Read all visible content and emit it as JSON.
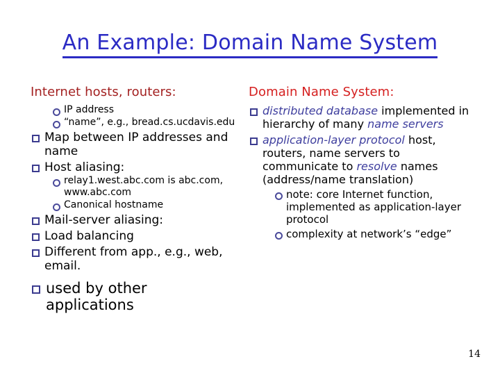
{
  "slide": {
    "title": "An Example: Domain Name System",
    "page_number": "14",
    "colors": {
      "title": "#2B2BC4",
      "heading_left": "#A32121",
      "heading_right": "#D52020",
      "emphasis_blue": "#3E3E9E",
      "bullet_square": "#3B3B8F",
      "bullet_circle": "#4A4A9A",
      "body_text": "#000000",
      "background": "#FFFFFF"
    }
  },
  "left_column": {
    "heading": "Internet hosts, routers:",
    "items": [
      {
        "marker": "circle",
        "level": 2,
        "text": "IP address"
      },
      {
        "marker": "circle",
        "level": 2,
        "text": "“name”, e.g., bread.cs.ucdavis.edu"
      },
      {
        "marker": "square",
        "level": 1,
        "text": "Map between IP addresses and name"
      },
      {
        "marker": "square",
        "level": 1,
        "text": "Host aliasing:"
      },
      {
        "marker": "circle",
        "level": 2,
        "text": "relay1.west.abc.com is abc.com, www.abc.com"
      },
      {
        "marker": "circle",
        "level": 2,
        "text": "Canonical hostname"
      },
      {
        "marker": "square",
        "level": 1,
        "text": "Mail-server aliasing:"
      },
      {
        "marker": "square",
        "level": 1,
        "text": "Load balancing"
      },
      {
        "marker": "square",
        "level": 1,
        "text": "Different from app., e.g., web, email."
      },
      {
        "marker": "square",
        "level": 1,
        "text": "used by other applications",
        "emphasis": "large"
      }
    ]
  },
  "right_column": {
    "heading": "Domain Name System:",
    "items": [
      {
        "marker": "square",
        "level": 1,
        "segments": [
          {
            "text": "distributed database",
            "style": "blue-italic"
          },
          {
            "text": " implemented in hierarchy of many ",
            "style": "plain"
          },
          {
            "text": "name servers",
            "style": "blue-italic"
          }
        ]
      },
      {
        "marker": "square",
        "level": 1,
        "segments": [
          {
            "text": "application-layer protocol",
            "style": "blue-italic"
          },
          {
            "text": " host, routers, name servers to communicate to ",
            "style": "plain"
          },
          {
            "text": "resolve",
            "style": "blue-italic"
          },
          {
            "text": " names (address/name translation)",
            "style": "plain"
          }
        ]
      },
      {
        "marker": "circle",
        "level": 2,
        "segments": [
          {
            "text": "note: core Internet function, implemented as application-layer protocol",
            "style": "plain"
          }
        ]
      },
      {
        "marker": "circle",
        "level": 2,
        "segments": [
          {
            "text": "complexity at network’s “edge”",
            "style": "plain"
          }
        ]
      }
    ]
  }
}
